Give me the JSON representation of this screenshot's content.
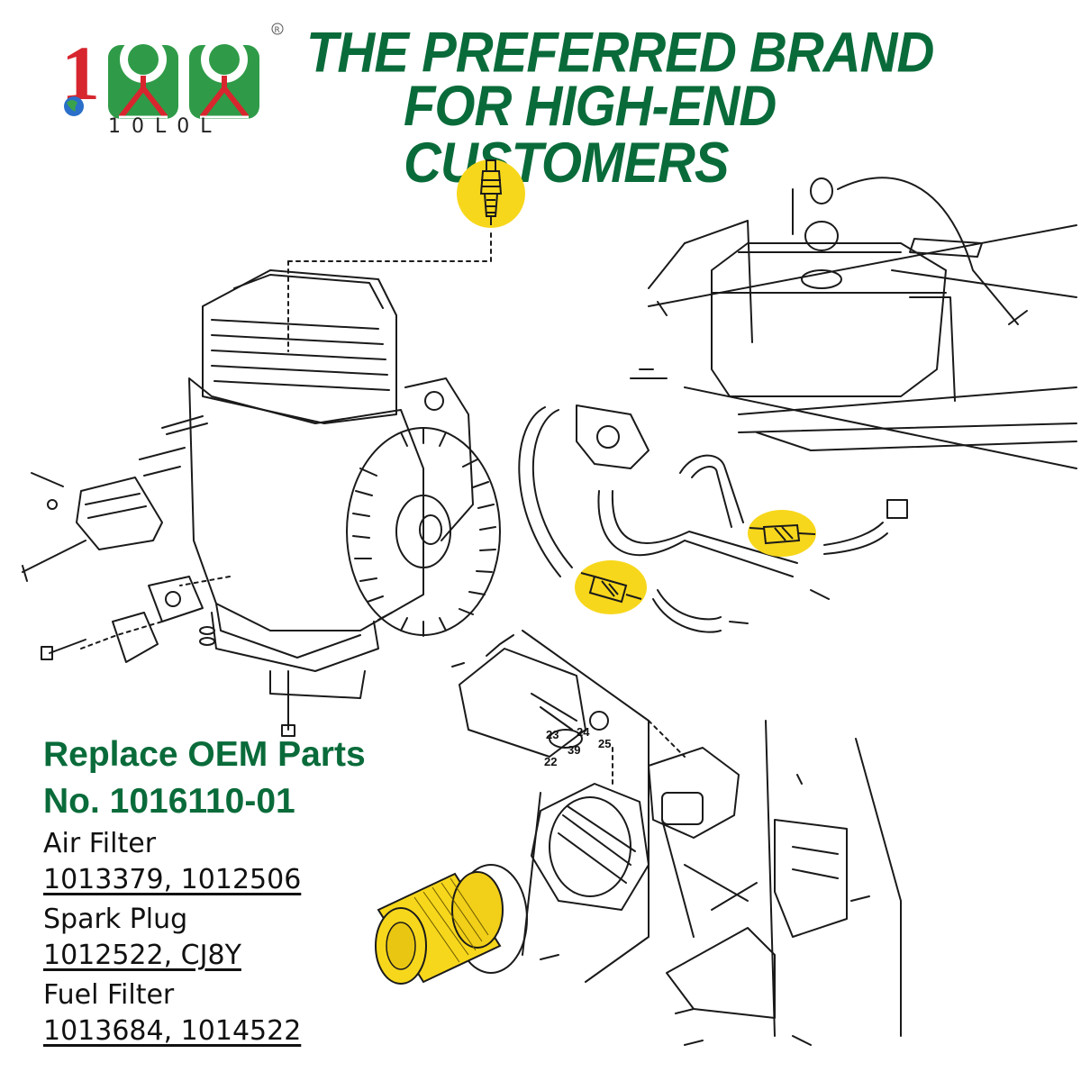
{
  "brand": {
    "logo_text": "10L0L",
    "registered": "®",
    "colors": {
      "green": "#0a6b3a",
      "red": "#d7262e",
      "highlight": "#f7d71c"
    }
  },
  "headline": {
    "line1": "THE PREFERRED BRAND",
    "line2": "FOR HIGH-END CUSTOMERS"
  },
  "replace": {
    "line1": "Replace OEM Parts",
    "line2": "No. 1016110-01"
  },
  "parts": [
    {
      "label": "Air Filter",
      "numbers": "1013379, 1012506"
    },
    {
      "label": "Spark Plug",
      "numbers": "1012522, CJ8Y"
    },
    {
      "label": "Fuel Filter",
      "numbers": "1013684, 1014522"
    }
  ],
  "callouts": [
    "24",
    "23",
    "39",
    "25",
    "22"
  ],
  "icons": [
    "globe-icon",
    "spark-plug-icon",
    "fuel-filter-icon",
    "air-filter-icon"
  ]
}
